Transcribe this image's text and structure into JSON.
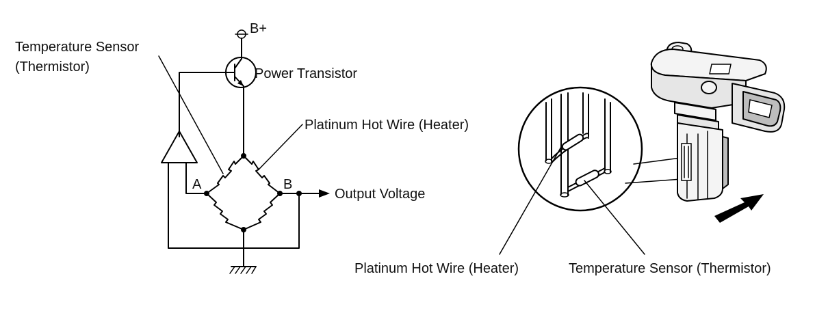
{
  "circuit": {
    "supply_label": "B+",
    "temp_sensor_label_line1": "Temperature Sensor",
    "temp_sensor_label_line2": "(Thermistor)",
    "power_transistor_label": "Power Transistor",
    "hot_wire_label": "Platinum Hot Wire (Heater)",
    "node_a_label": "A",
    "node_b_label": "B",
    "output_label": "Output Voltage"
  },
  "sensor": {
    "hot_wire_label": "Platinum Hot Wire (Heater)",
    "temp_sensor_label": "Temperature Sensor (Thermistor)"
  }
}
